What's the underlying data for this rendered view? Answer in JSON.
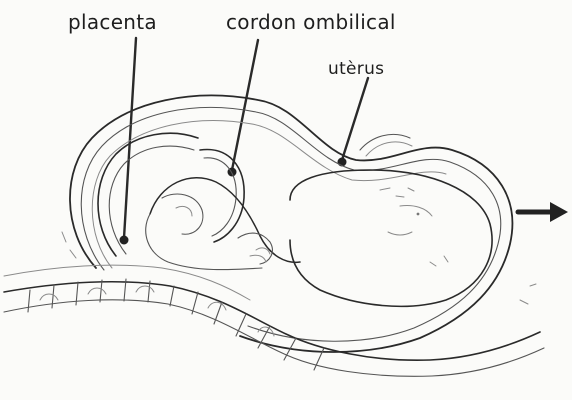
{
  "labels": {
    "placenta": "placenta",
    "cordon": "cordon ombilical",
    "uterus": "utèrus"
  }
}
